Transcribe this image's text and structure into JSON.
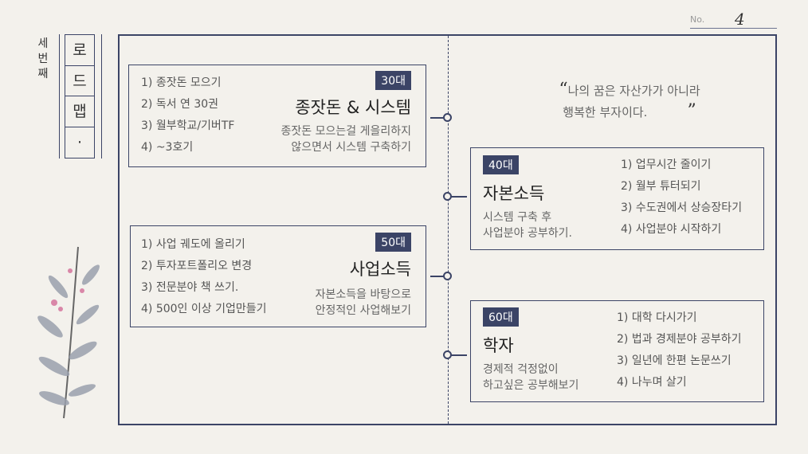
{
  "side_label": [
    "세",
    "번",
    "째"
  ],
  "title_chars": [
    "로",
    "드",
    "맵",
    "·"
  ],
  "page_number": {
    "label": "No.",
    "value": "4"
  },
  "quote": {
    "open": "“",
    "line1": "나의 꿈은 자산가가 아니라",
    "line2": "행복한 부자이다.",
    "close": "”"
  },
  "stages": [
    {
      "badge": "30대",
      "title": "종잣돈 & 시스템",
      "desc": [
        "종잣돈 모으는걸 게을리하지",
        "않으면서 시스템 구축하기"
      ],
      "items": [
        "1) 종잣돈 모으기",
        "2) 독서 연 30권",
        "3) 월부학교/기버TF",
        "4) ~3호기"
      ]
    },
    {
      "badge": "40대",
      "title": "자본소득",
      "desc": [
        "시스템 구축 후",
        "사업분야 공부하기."
      ],
      "items": [
        "1) 업무시간 줄이기",
        "2) 월부 튜터되기",
        "3) 수도권에서 상승장타기",
        "4) 사업분야 시작하기"
      ]
    },
    {
      "badge": "50대",
      "title": "사업소득",
      "desc": [
        "자본소득을 바탕으로",
        "안정적인 사업해보기"
      ],
      "items": [
        "1) 사업 궤도에 올리기",
        "2) 투자포트폴리오 변경",
        "3) 전문분야 책 쓰기.",
        "4) 500인 이상 기업만들기"
      ]
    },
    {
      "badge": "60대",
      "title": "학자",
      "desc": [
        "경제적 걱정없이",
        "하고싶은 공부해보기"
      ],
      "items": [
        "1) 대학 다시가기",
        "2) 법과 경제분야 공부하기",
        "3) 일년에 한편 논문쓰기",
        "4) 나누며 살기"
      ]
    }
  ]
}
